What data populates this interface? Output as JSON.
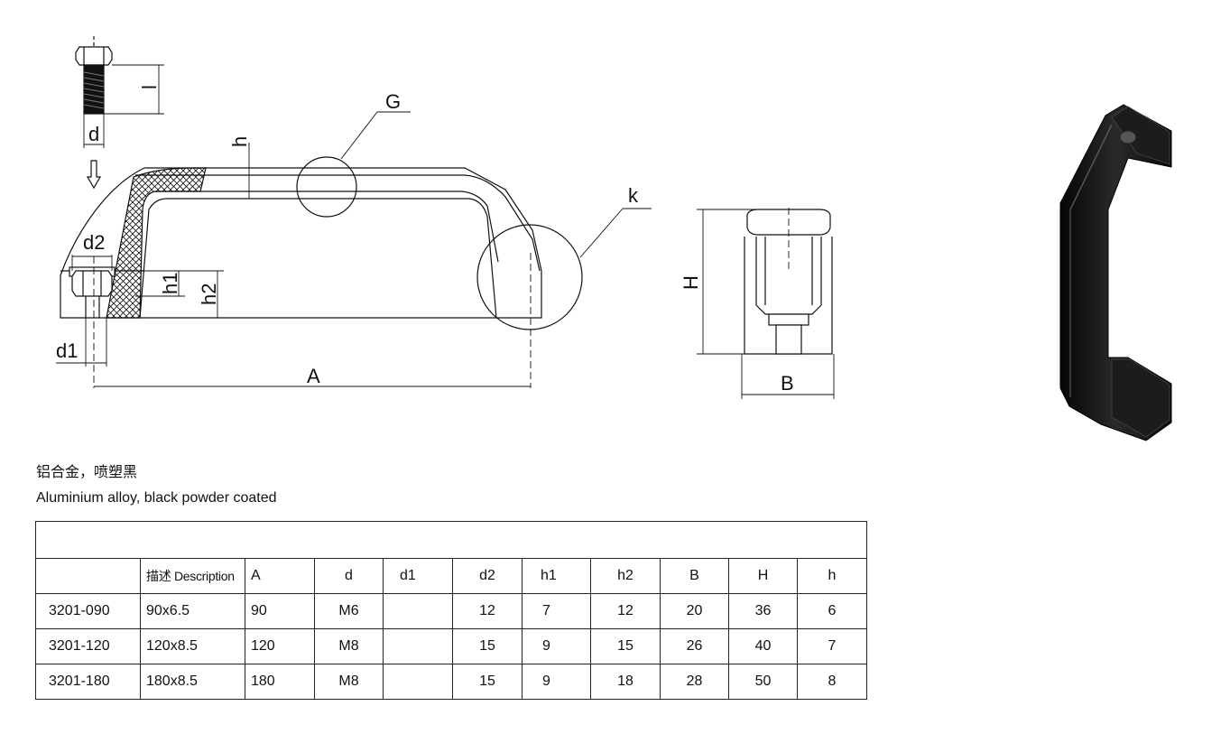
{
  "drawing": {
    "labels": {
      "l": "l",
      "d": "d",
      "G": "G",
      "h": "h",
      "k": "k",
      "d2": "d2",
      "h1": "h1",
      "h2": "h2",
      "d1": "d1",
      "A": "A",
      "H": "H",
      "B": "B"
    }
  },
  "material": {
    "chinese": "铝合金，喷塑黑",
    "english": "Aluminium alloy, black powder coated"
  },
  "table": {
    "headers": [
      "",
      "描述 Description",
      "A",
      "d",
      "d1",
      "d2",
      "h1",
      "h2",
      "B",
      "H",
      "h"
    ],
    "rows": [
      [
        "3201-090",
        "90x6.5",
        "90",
        "M6",
        "",
        "12",
        "7",
        "12",
        "20",
        "36",
        "6"
      ],
      [
        "3201-120",
        "120x8.5",
        "120",
        "M8",
        "",
        "15",
        "9",
        "15",
        "26",
        "40",
        "7"
      ],
      [
        "3201-180",
        "180x8.5",
        "180",
        "M8",
        "",
        "15",
        "9",
        "18",
        "28",
        "50",
        "8"
      ]
    ]
  }
}
